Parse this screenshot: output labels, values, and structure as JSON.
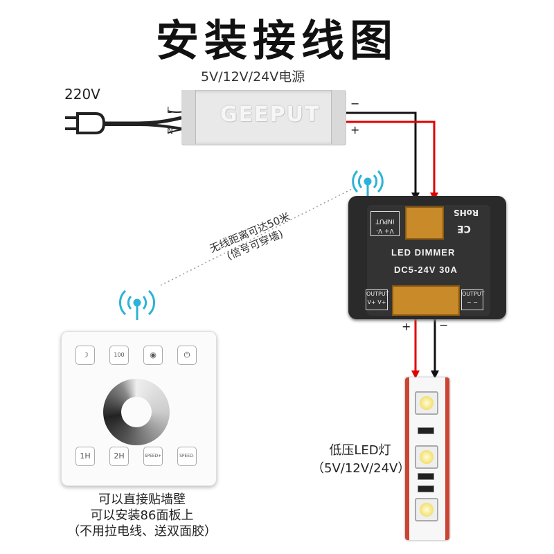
{
  "title": "安装接线图",
  "power_supply": {
    "label": "5V/12V/24V电源",
    "brand": "GEEPUT",
    "terminal_l": "L",
    "terminal_n": "N",
    "output_minus": "−",
    "output_plus": "+"
  },
  "mains": {
    "voltage": "220V"
  },
  "dimmer": {
    "name": "LED DIMMER",
    "spec": "DC5-24V  30A",
    "rohs": "RoHS",
    "ce": "CE",
    "input_label": "INPUT",
    "input_pins": "V+ V-",
    "output_label": "OUTPUT",
    "output_left_pins": "V+ V+",
    "output_right_pins": "− −",
    "out_plus": "+",
    "out_minus": "−"
  },
  "wireless_note": {
    "line1": "无线距离可达50米",
    "line2": "(信号可穿墙)"
  },
  "remote_panel": {
    "buttons_top": [
      "☽",
      "100",
      "◉",
      "⏻"
    ],
    "buttons_bottom": [
      "1H",
      "2H",
      "SPEED+",
      "SPEED-"
    ],
    "caption_lines": [
      "可以直接贴墙壁",
      "可以安装86面板上",
      "（不用拉电线、送双面胶）"
    ]
  },
  "led_strip": {
    "label_lines": [
      "低压LED灯",
      "（5V/12V/24V）"
    ]
  },
  "colors": {
    "wire_positive": "#e00000",
    "wire_negative": "#111111",
    "wifi_icon": "#2bb3d8"
  }
}
